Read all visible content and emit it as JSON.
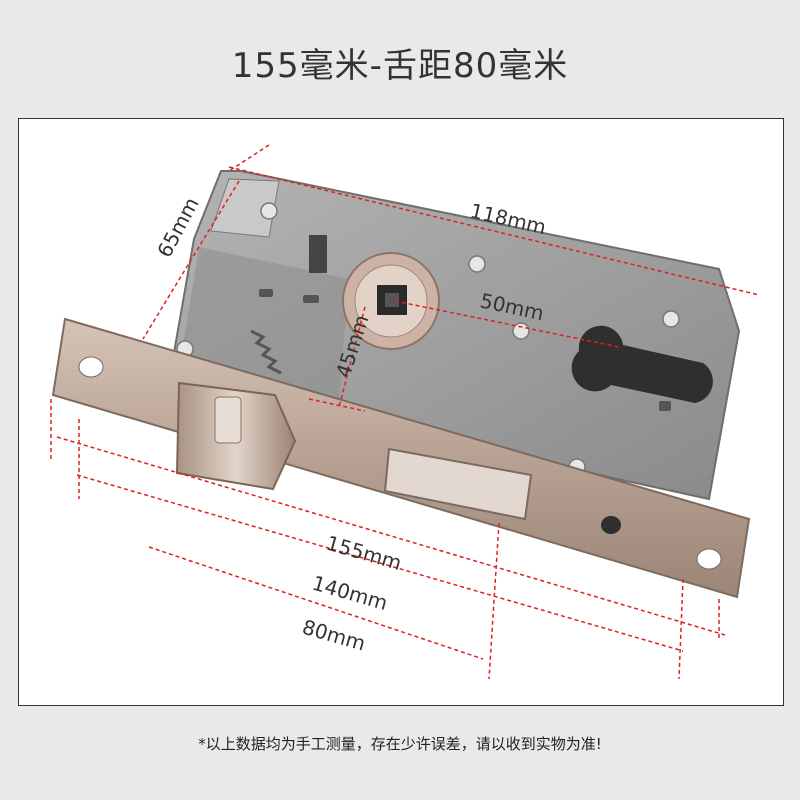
{
  "header": {
    "title": "155毫米-舌距80毫米"
  },
  "dimensions": {
    "d65": "65mm",
    "d118": "118mm",
    "d45": "45mm",
    "d50": "50mm",
    "d155": "155mm",
    "d140": "140mm",
    "d80": "80mm"
  },
  "footer": {
    "note": "*以上数据均为手工测量，存在少许误差，请以收到实物为准!"
  },
  "colors": {
    "dimension_line": "#e02020",
    "plate": "#b49c8e",
    "body": "#9a9a9a"
  }
}
